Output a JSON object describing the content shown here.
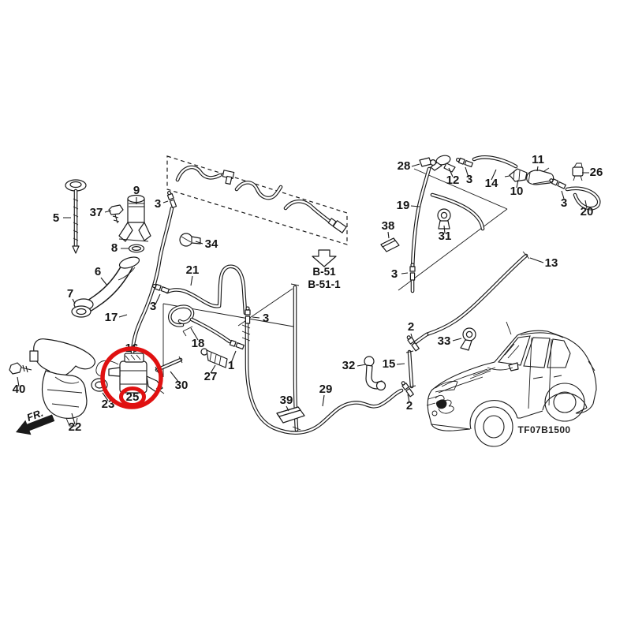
{
  "diagram": {
    "code": "TF07B1500",
    "fr_label": "FR.",
    "reference": {
      "line1": "B-51",
      "line2": "B-51-1"
    },
    "highlight": {
      "part": "25",
      "color": "#e01111"
    },
    "line_color": "#1a1a1a",
    "background": "#ffffff",
    "callouts": [
      {
        "n": "5"
      },
      {
        "n": "37"
      },
      {
        "n": "9"
      },
      {
        "n": "3"
      },
      {
        "n": "8"
      },
      {
        "n": "6"
      },
      {
        "n": "7"
      },
      {
        "n": "17"
      },
      {
        "n": "34"
      },
      {
        "n": "21"
      },
      {
        "n": "3"
      },
      {
        "n": "3"
      },
      {
        "n": "18"
      },
      {
        "n": "1"
      },
      {
        "n": "27"
      },
      {
        "n": "30"
      },
      {
        "n": "16"
      },
      {
        "n": "23"
      },
      {
        "n": "25"
      },
      {
        "n": "22"
      },
      {
        "n": "40"
      },
      {
        "n": "28"
      },
      {
        "n": "12"
      },
      {
        "n": "3"
      },
      {
        "n": "14"
      },
      {
        "n": "10"
      },
      {
        "n": "11"
      },
      {
        "n": "26"
      },
      {
        "n": "3"
      },
      {
        "n": "20"
      },
      {
        "n": "19"
      },
      {
        "n": "38"
      },
      {
        "n": "31"
      },
      {
        "n": "3"
      },
      {
        "n": "13"
      },
      {
        "n": "2"
      },
      {
        "n": "33"
      },
      {
        "n": "32"
      },
      {
        "n": "15"
      },
      {
        "n": "2"
      },
      {
        "n": "29"
      },
      {
        "n": "39"
      }
    ]
  }
}
